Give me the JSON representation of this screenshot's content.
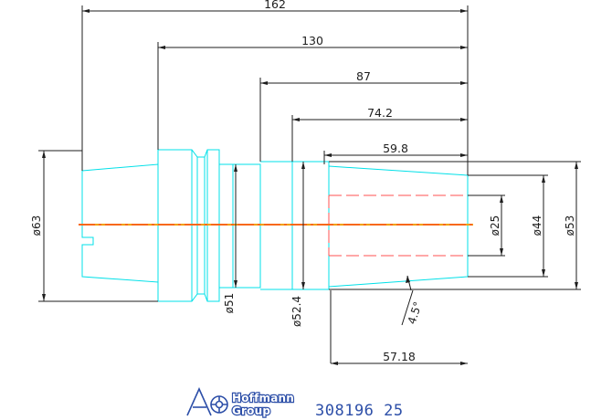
{
  "drawing": {
    "dimensions": {
      "total_length": "162",
      "length_130": "130",
      "length_87": "87",
      "length_74_2": "74.2",
      "length_59_8": "59.8",
      "length_57_18": "57.18",
      "diameter_63": "ø63",
      "diameter_51": "ø51",
      "diameter_52_4": "ø52.4",
      "diameter_25": "ø25",
      "diameter_44": "ø44",
      "diameter_53": "ø53",
      "taper_angle": "4.5°"
    },
    "colors": {
      "part_outline": "#00e0e8",
      "dimension_lines": "#1e1e1e",
      "centerline": "#f0a000",
      "bore_hidden": "#ff5050",
      "brand": "#2d4fa8"
    }
  },
  "title_block": {
    "logo_line1": "Hoffmann",
    "logo_line2": "Group",
    "logo_icon": "hoffmann-group-logo-icon",
    "part_number": "308196 25"
  }
}
